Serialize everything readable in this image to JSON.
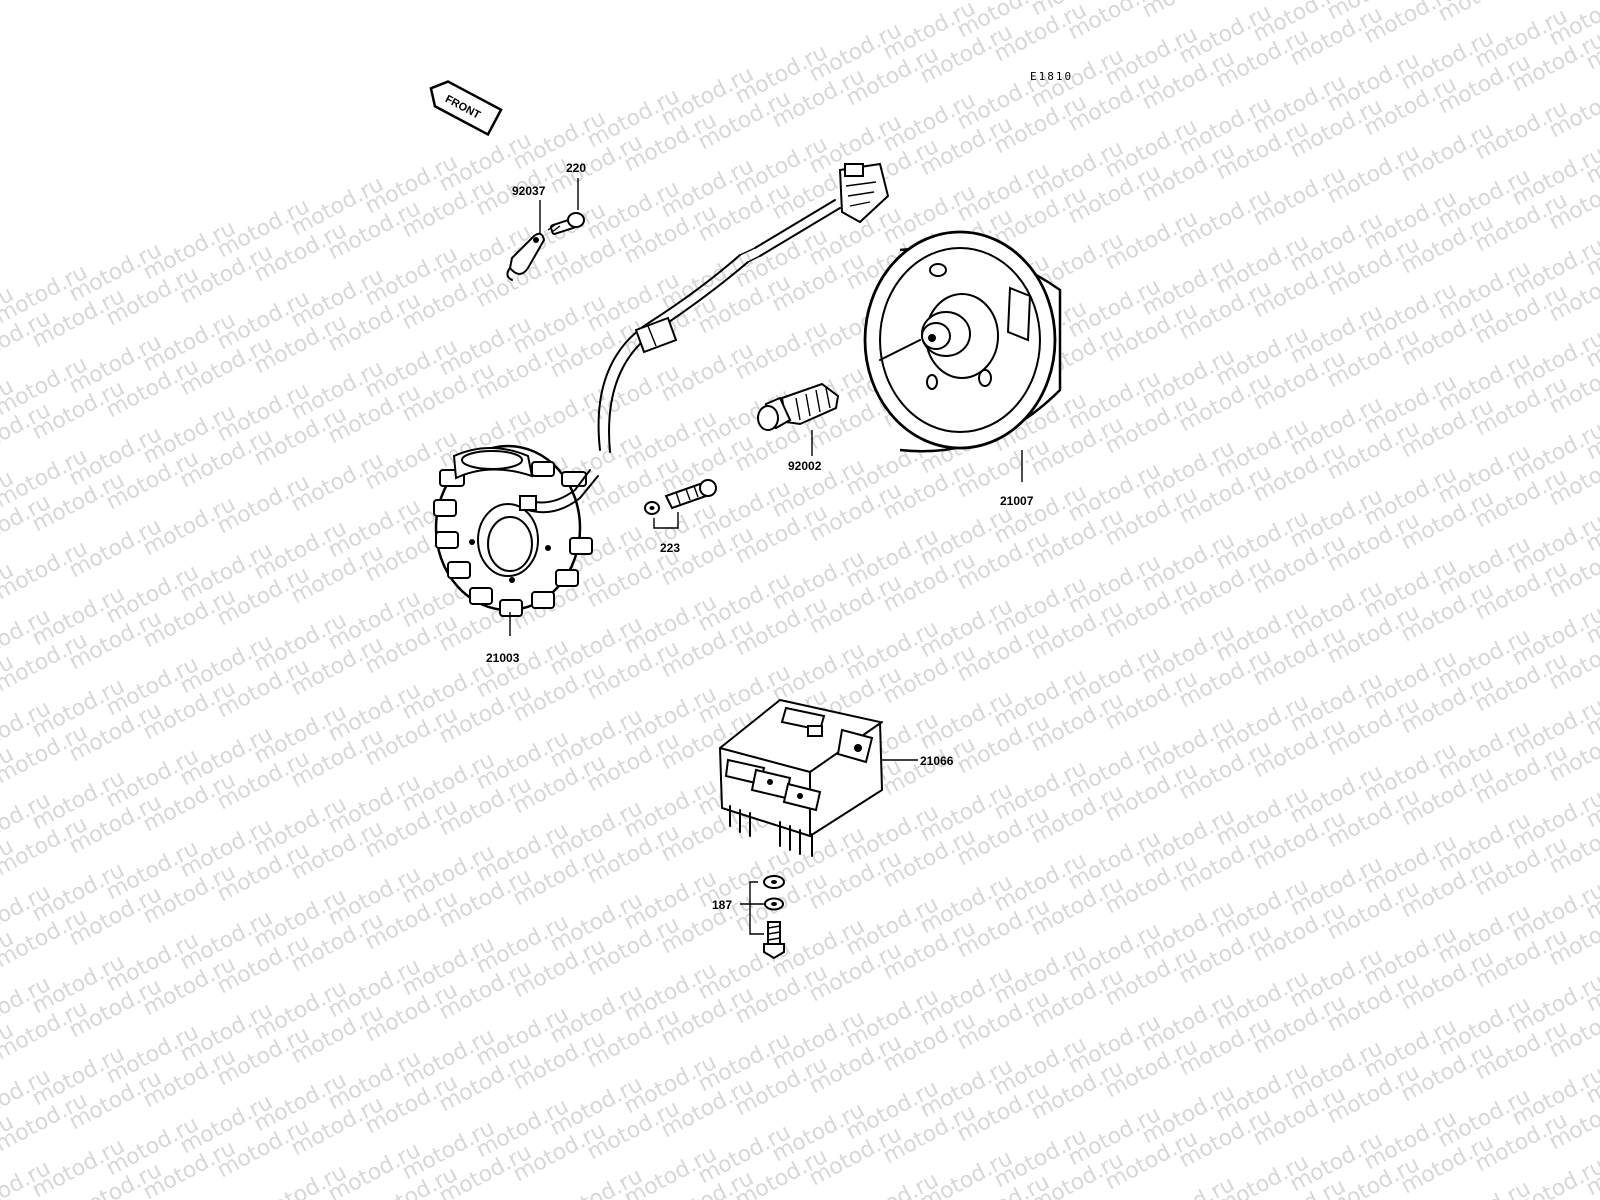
{
  "diagram": {
    "figure_id": "E1810",
    "front_label": "FRONT",
    "watermark_text": "motod.ru",
    "colors": {
      "line": "#000000",
      "background": "#ffffff",
      "watermark": "#d7d7d7"
    }
  },
  "parts": {
    "p220": "220",
    "p92037": "92037",
    "p92002": "92002",
    "p21007": "21007",
    "p223": "223",
    "p21003": "21003",
    "p21066": "21066",
    "p187": "187"
  }
}
